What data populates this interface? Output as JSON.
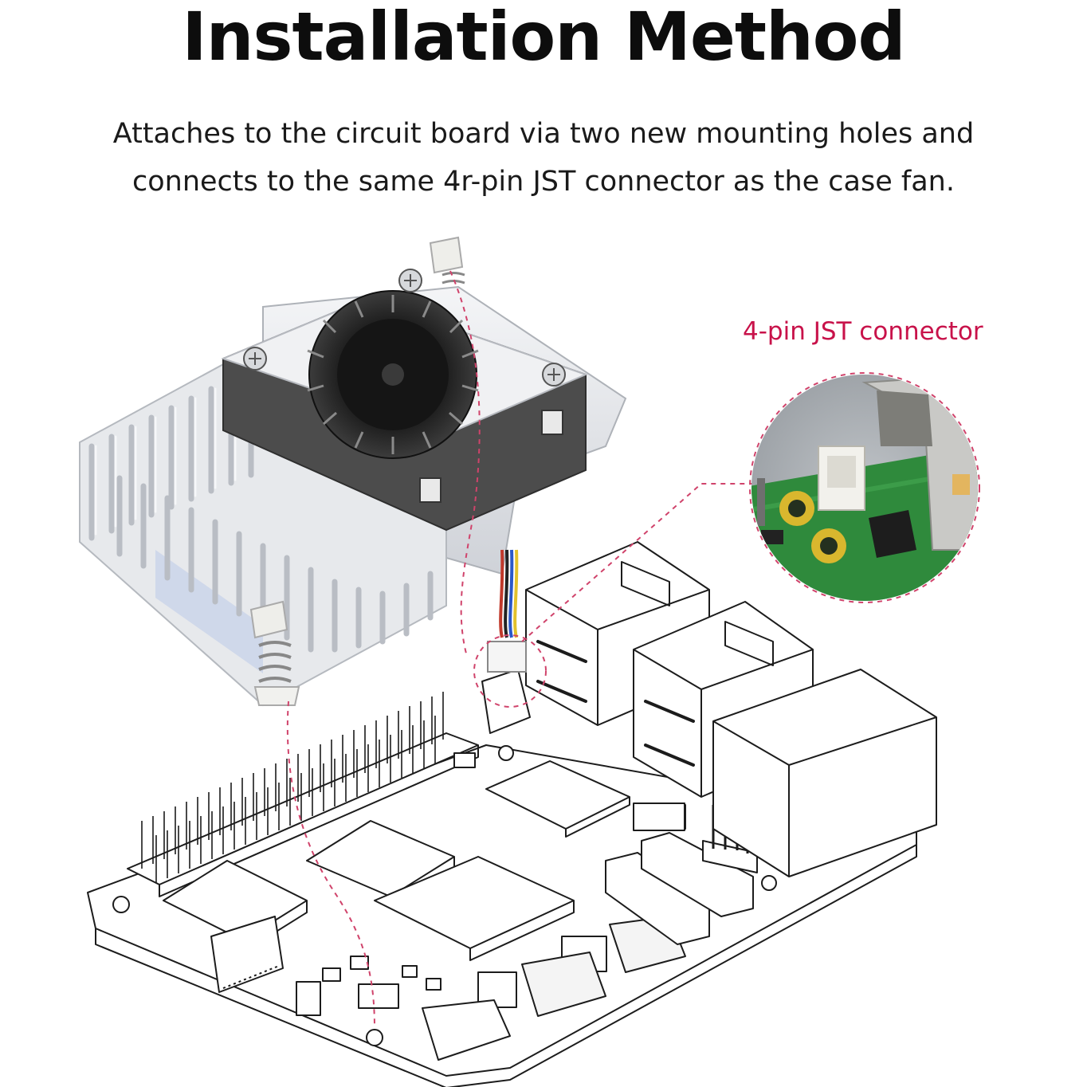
{
  "header": {
    "title": "Installation Method",
    "description_line1": "Attaches to the circuit board via two new mounting holes and",
    "description_line2": "connects to the same 4r-pin JST connector as the case fan."
  },
  "callout": {
    "label": "4-pin JST connector",
    "color": "#c8124a"
  },
  "colors": {
    "board_outline": "#1c1c1c",
    "heatsink": "#d8dbe0",
    "fan_body": "#4a4a4a",
    "pcb_green": "#2f8a3c",
    "dashed_line": "#d0436b"
  }
}
